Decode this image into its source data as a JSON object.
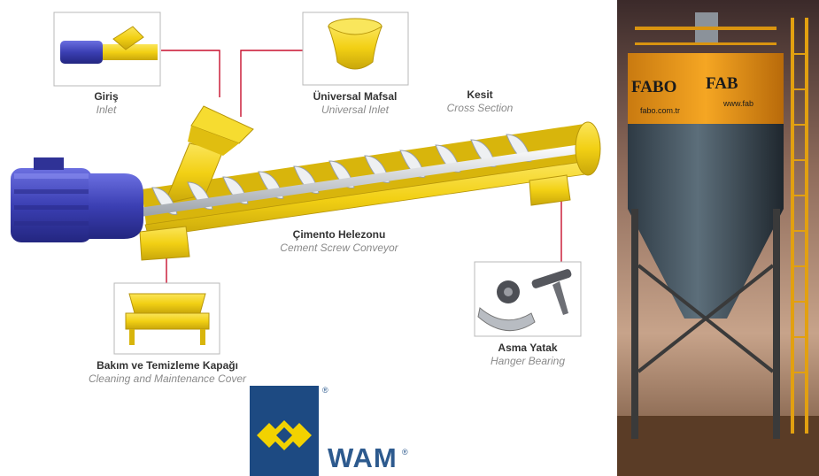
{
  "labels": {
    "inlet": {
      "tr": "Giriş",
      "en": "Inlet"
    },
    "universal": {
      "tr": "Üniversal Mafsal",
      "en": "Universal Inlet"
    },
    "section": {
      "tr": "Kesit",
      "en": "Cross Section"
    },
    "conveyor": {
      "tr": "Çimento Helezonu",
      "en": "Cement Screw Conveyor"
    },
    "cover": {
      "tr": "Bakım ve Temizleme Kapağı",
      "en": "Cleaning and Maintenance Cover"
    },
    "hanger": {
      "tr": "Asma Yatak",
      "en": "Hanger Bearing"
    }
  },
  "logo": {
    "text": "WAM",
    "registered": "®",
    "color": "#1d4a82",
    "accent": "#f2d200"
  },
  "photo": {
    "brand_left": "FABO",
    "brand_right": "FAB",
    "web_left": "fabo.com.tr",
    "web_right": "www.fab"
  },
  "colors": {
    "conveyor_yellow": "#f2d014",
    "motor_blue": "#3b3fb3",
    "leader_red": "#c8102e"
  }
}
